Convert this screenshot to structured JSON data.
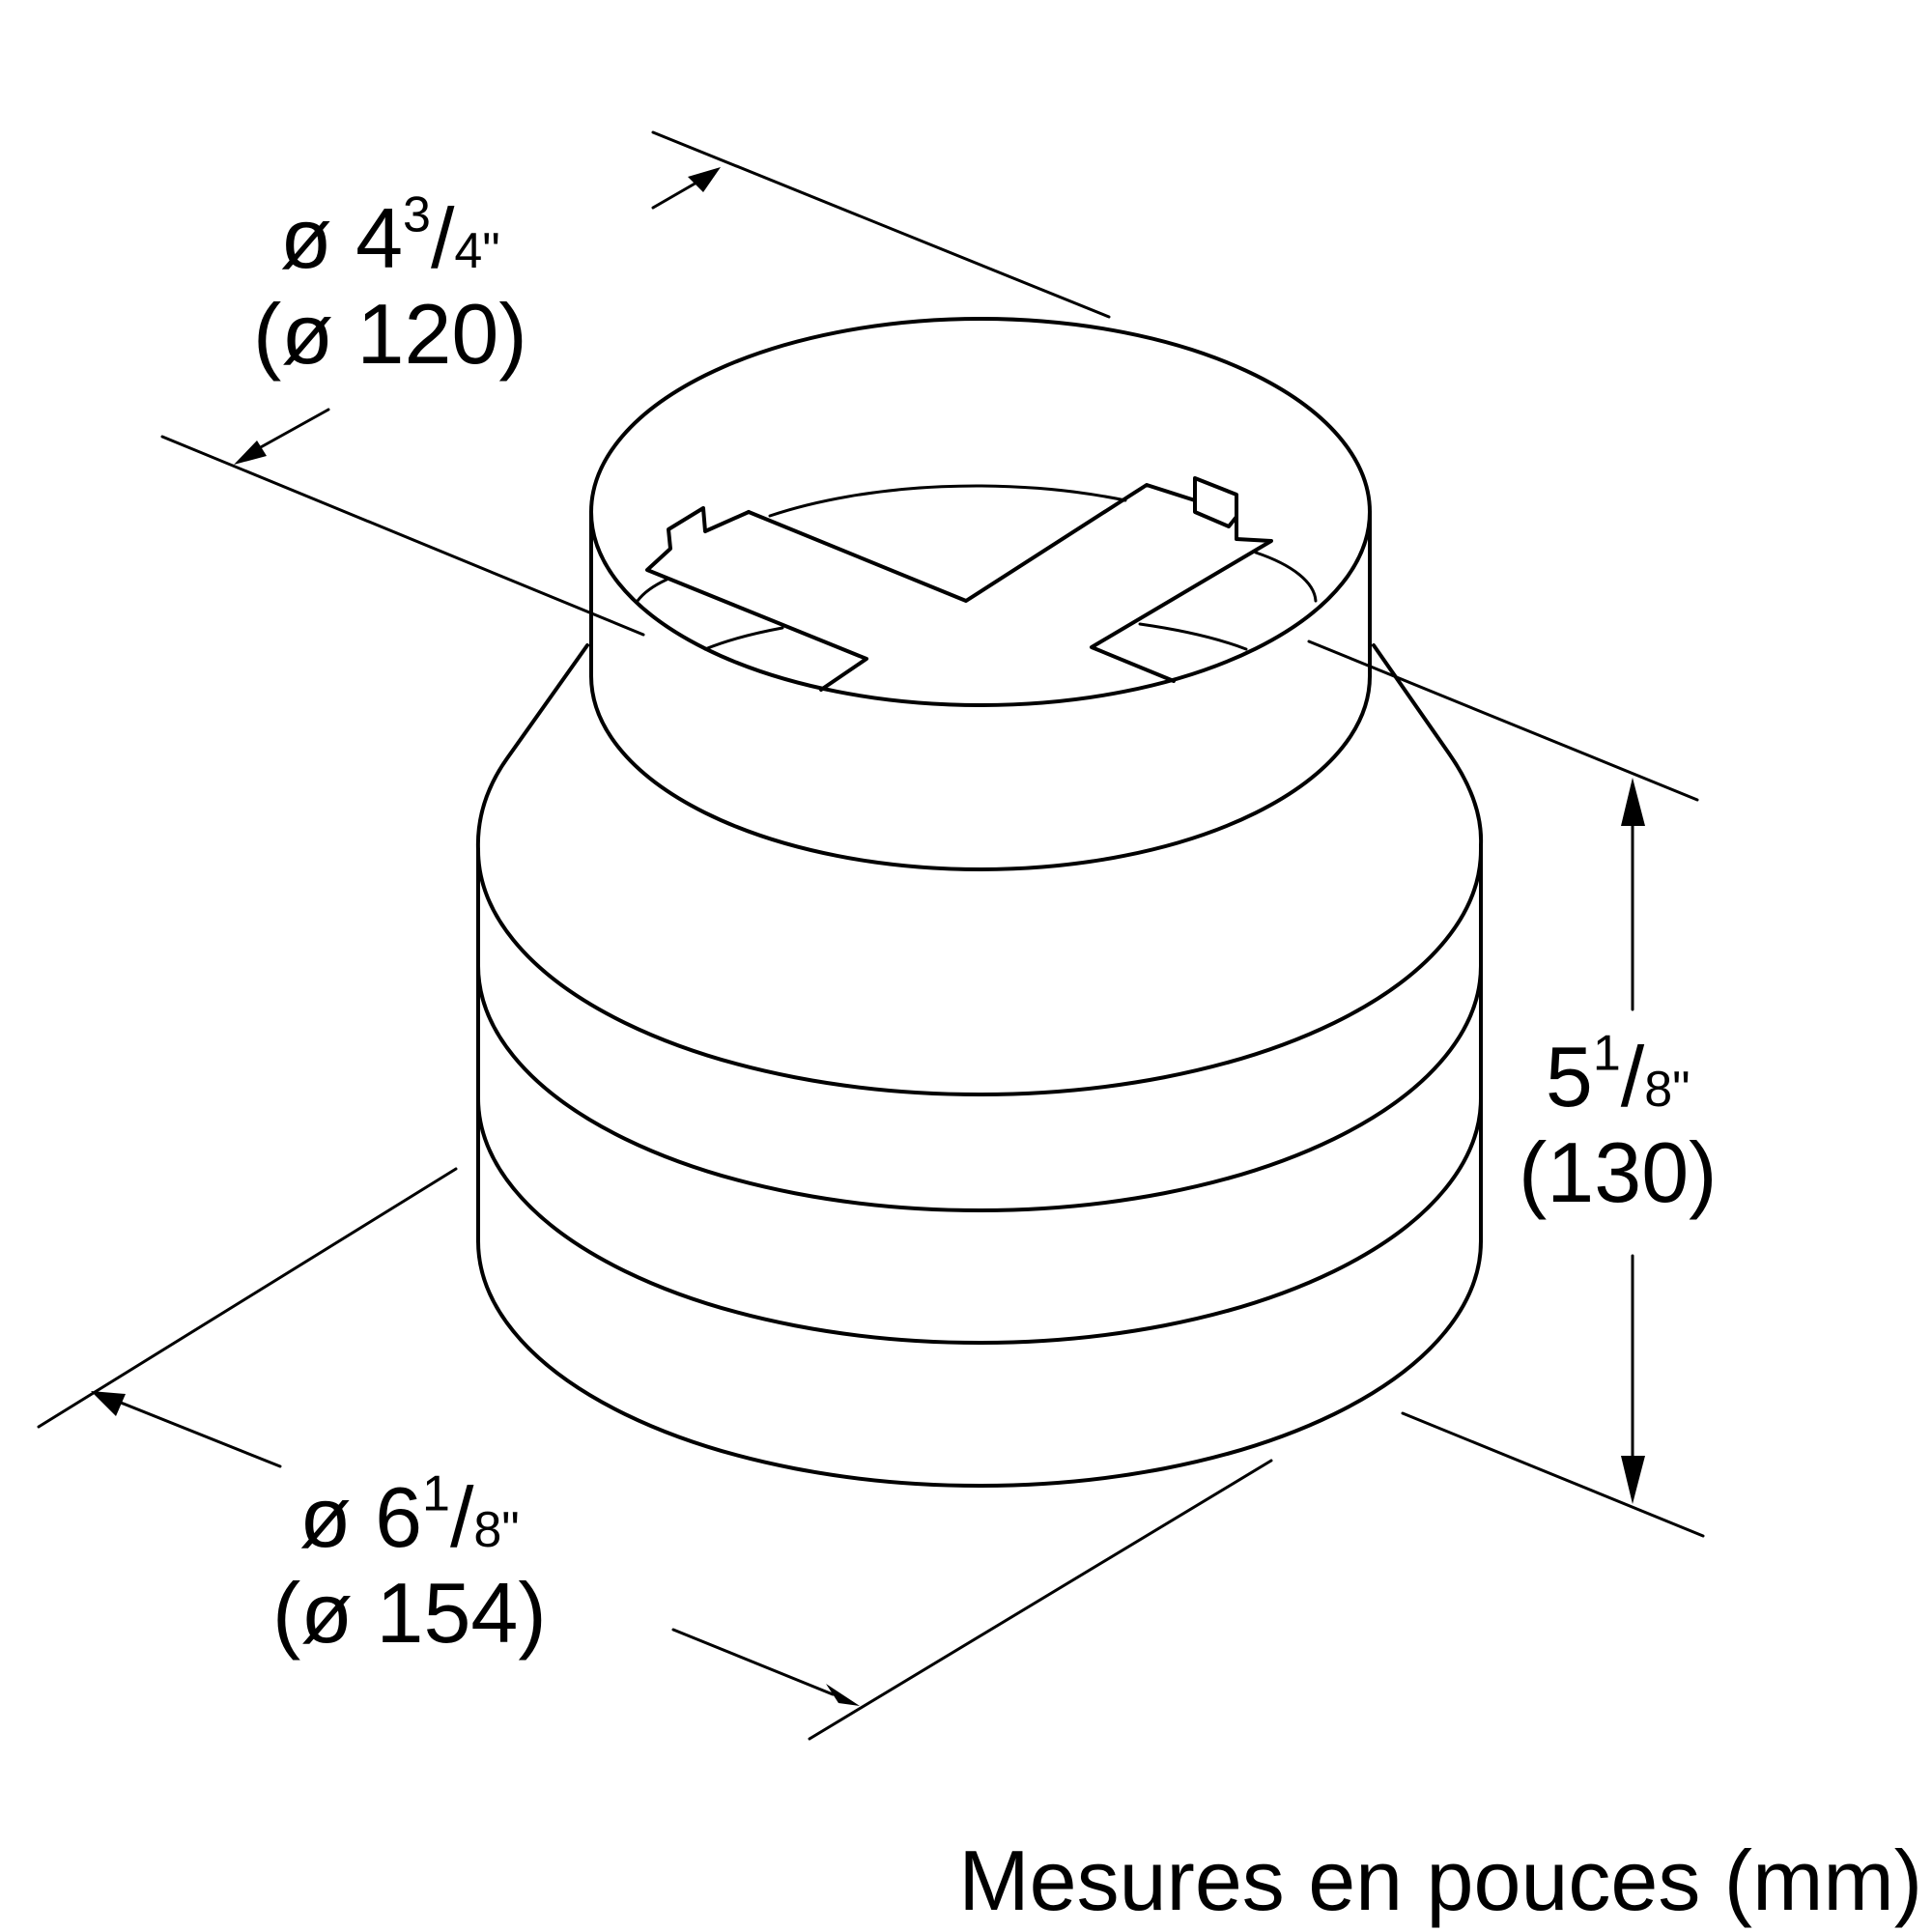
{
  "dimensions": {
    "top_diameter": {
      "prefix": "ø 4",
      "numerator": "3",
      "denominator": "4\"",
      "metric": "(ø 120)"
    },
    "height": {
      "prefix": "5",
      "numerator": "1",
      "denominator": "8\"",
      "metric": "(130)"
    },
    "bottom_diameter": {
      "prefix": "ø 6",
      "numerator": "1",
      "denominator": "8\"",
      "metric": "(ø 154)"
    }
  },
  "caption": "Mesures en pouces (mm)"
}
